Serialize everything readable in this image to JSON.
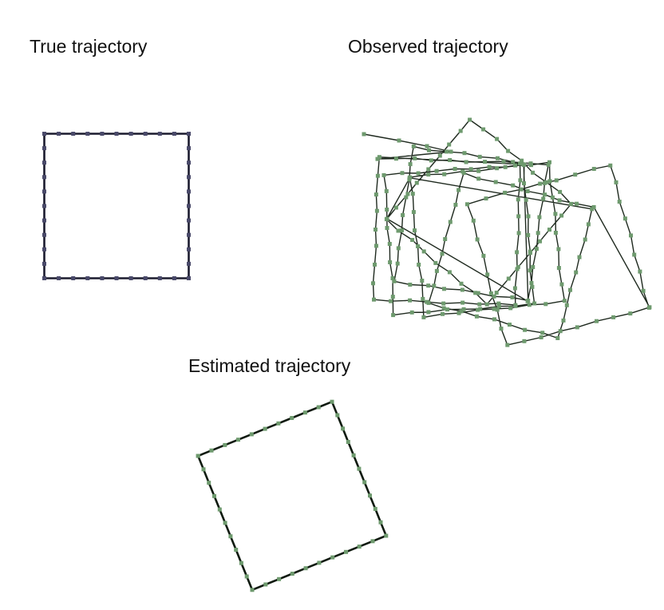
{
  "panels": {
    "true_traj": {
      "title": "True trajectory"
    },
    "observed_traj": {
      "title": "Observed trajectory"
    },
    "estimated_traj": {
      "title": "Estimated trajectory"
    }
  },
  "colors": {
    "background": "#ffffff",
    "true_line": "#1b1b2e",
    "true_marker": "#4a4a6a",
    "observed_line": "#1f2a1f",
    "observed_marker": "#6e9a6e",
    "estimated_line": "#0f1a0f",
    "estimated_marker": "#6e9a6e"
  }
}
